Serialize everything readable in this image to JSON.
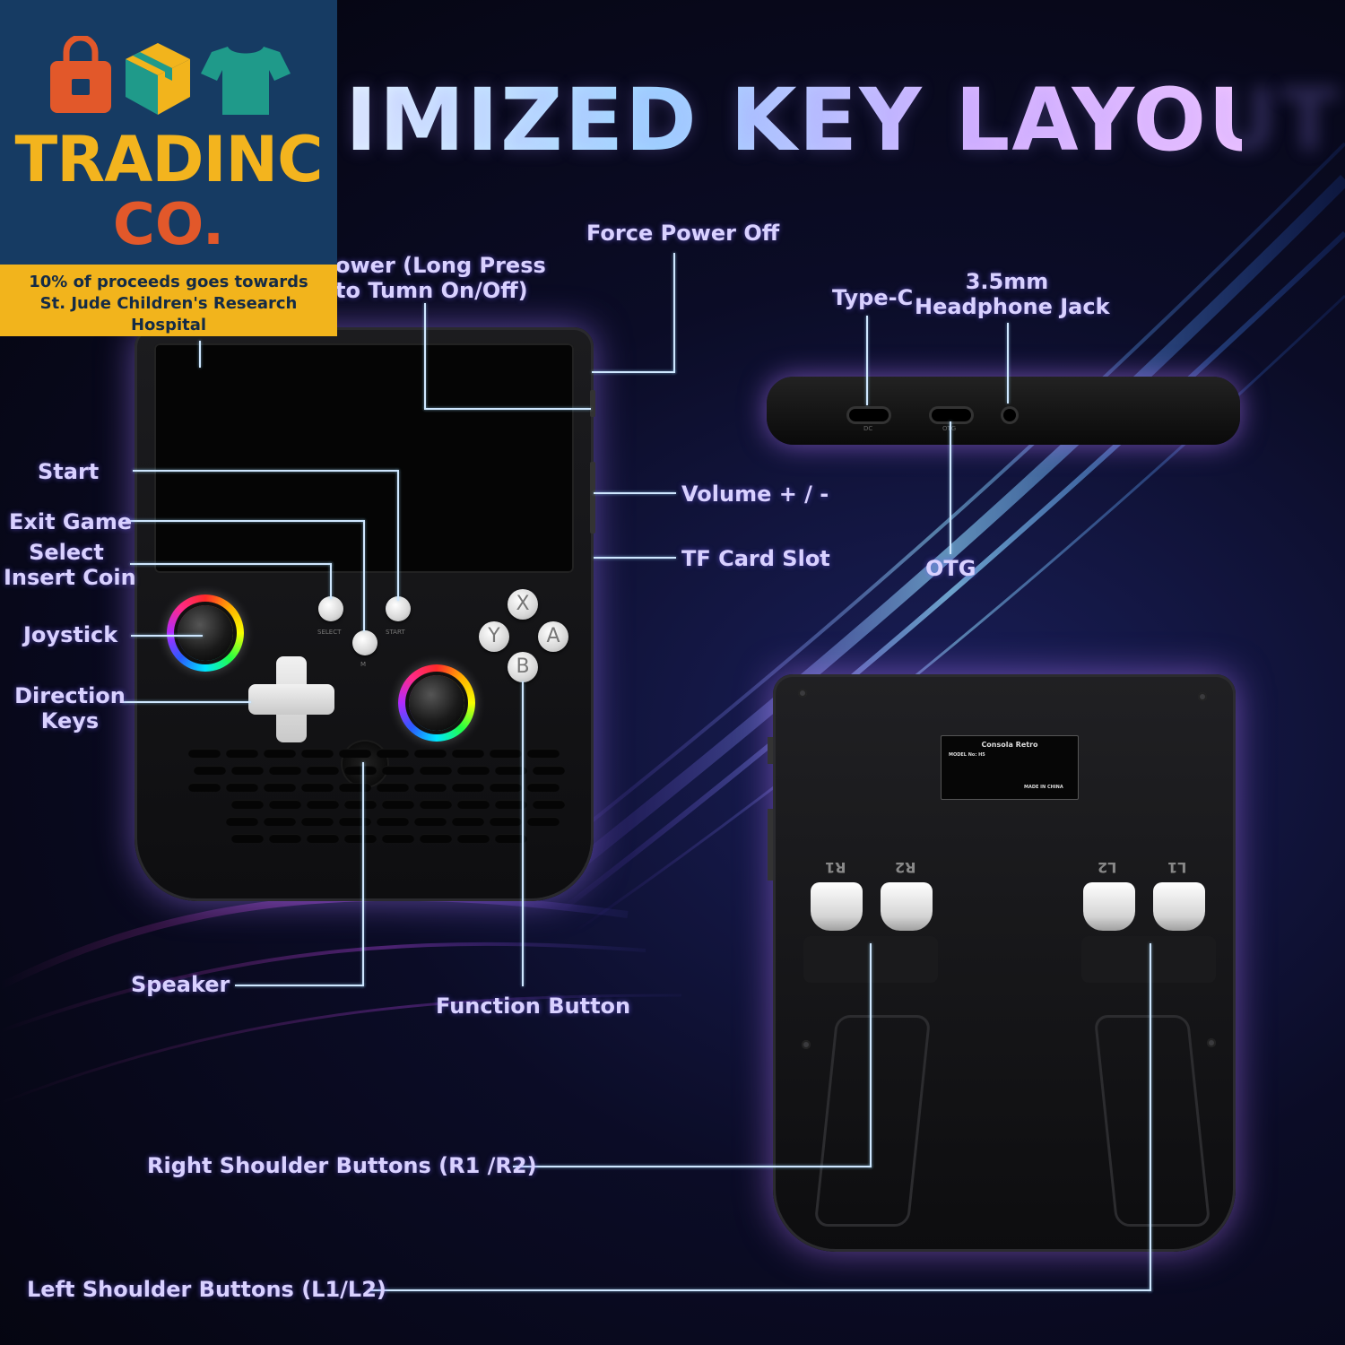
{
  "title": "IMIZED KEY LAYOUT",
  "brand": {
    "name_line1": "TRADINC",
    "name_line2": "CO.",
    "tagline_line1": "10% of proceeds goes towards",
    "tagline_line2": "St. Jude Children's Research Hospital",
    "colors": {
      "badge_bg": "#163b63",
      "gold": "#f2b41c",
      "orange": "#e2582a",
      "teal": "#1f9a8a"
    },
    "icons": [
      "shopping-bag-icon",
      "box-icon",
      "t-shirt-icon"
    ]
  },
  "labels": {
    "power_line1": "ower (Long Press",
    "power_line2": "to Tumn On/Off)",
    "force_power_off": "Force Power Off",
    "type_c": "Type-C",
    "jack_line1": "3.5mm",
    "jack_line2": "Headphone Jack",
    "start": "Start",
    "exit_game": "Exit Game",
    "select_line1": "Select",
    "select_line2": "Insert Coin",
    "joystick": "Joystick",
    "direction_line1": "Direction",
    "direction_line2": "Keys",
    "volume": "Volume + / -",
    "tf_card": "TF Card Slot",
    "otg": "OTG",
    "speaker": "Speaker",
    "function_button": "Function Button",
    "right_shoulder": "Right Shoulder Buttons (R1 /R2)",
    "left_shoulder": "Left Shoulder Buttons (L1/L2)"
  },
  "device_front": {
    "buttons": {
      "x": "X",
      "y": "Y",
      "a": "A",
      "b": "B"
    },
    "small_labels": {
      "select": "SELECT",
      "start": "START",
      "m": "M"
    }
  },
  "device_edge": {
    "port1": "DC",
    "port2": "OTG"
  },
  "device_back": {
    "plate_title": "Consola Retro",
    "plate_model": "MODEL No: H5",
    "plate_made": "MADE IN CHINA",
    "shoulders": {
      "r1": "R1",
      "r2": "R2",
      "l2": "L2",
      "l1": "L1"
    }
  }
}
